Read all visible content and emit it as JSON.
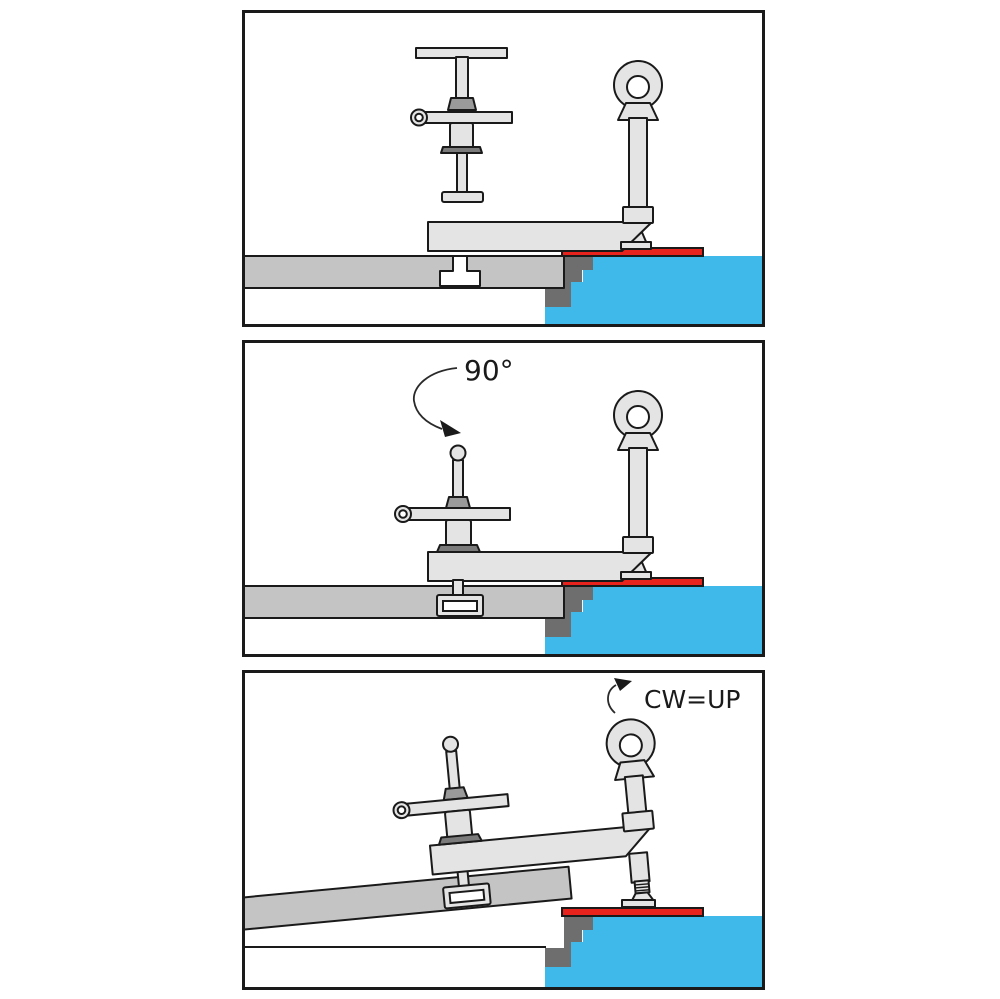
{
  "figure": {
    "title_labels": {
      "step2_rotation": "90°",
      "step3_direction": "CW=UP"
    },
    "panels": [
      {
        "id": "step-1",
        "label": ""
      },
      {
        "id": "step-2",
        "label": "90°"
      },
      {
        "id": "step-3",
        "label": "CW=UP"
      }
    ],
    "colors": {
      "outline": "#1a1a1a",
      "panel_bg": "#ffffff",
      "tool_fill": "#e4e4e4",
      "slab_fill": "#c4c4c4",
      "fitting_gray": "#9a9a9a",
      "flange_gray": "#7b7b7b",
      "step_gray": "#6e6e6e",
      "water_blue": "#3fb9e9",
      "strip_red": "#e8231e",
      "speckle": "#c9c9c9",
      "speckle2": "#dedede",
      "arrow_color": "#2a2a2a"
    }
  }
}
